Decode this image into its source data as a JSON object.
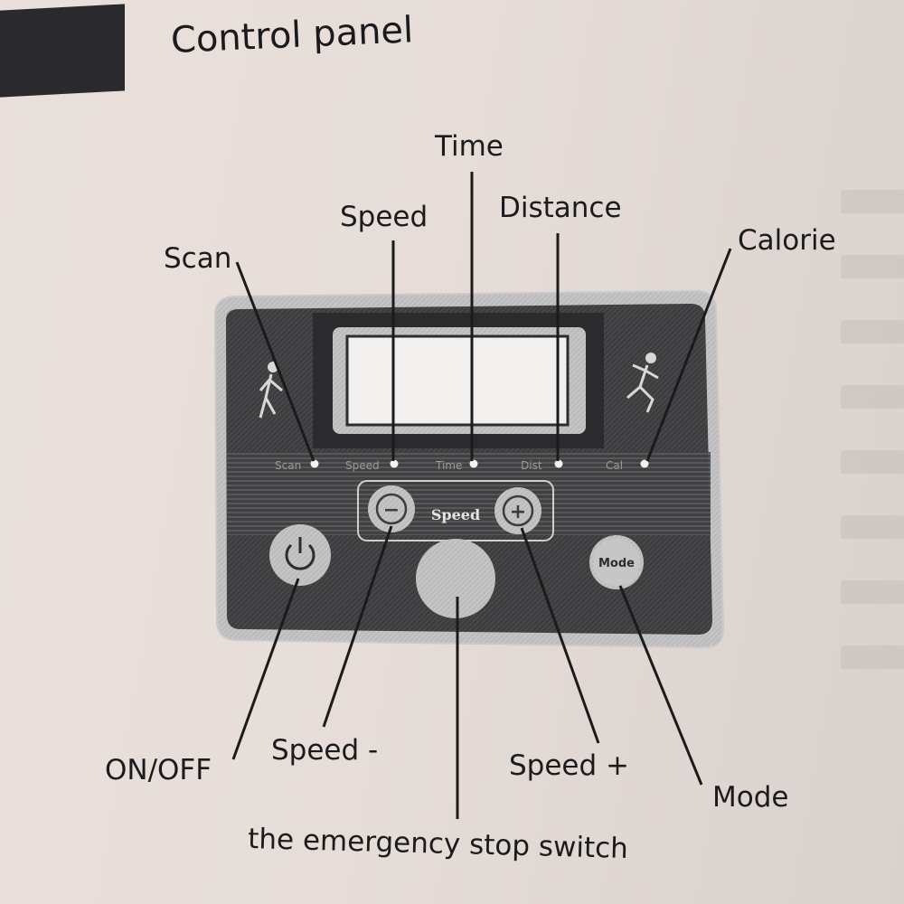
{
  "title": "Control panel",
  "labels": {
    "scan": "Scan",
    "speed": "Speed",
    "time": "Time",
    "distance": "Distance",
    "calorie": "Calorie",
    "on_off": "ON/OFF",
    "speed_minus": "Speed -",
    "speed_plus": "Speed +",
    "mode": "Mode",
    "emergency_stop": "the emergency stop switch"
  },
  "panel": {
    "indicators": [
      "Scan",
      "Speed",
      "Time",
      "Dist",
      "Cal"
    ],
    "speed_group_label": "Speed",
    "mode_button_label": "Mode",
    "minus_symbol": "−",
    "plus_symbol": "+"
  },
  "colors": {
    "paper": "#e6ddd8",
    "panel_dark": "#3a393b",
    "panel_border": "#cfcfcf",
    "ink": "#1b1b1d"
  }
}
